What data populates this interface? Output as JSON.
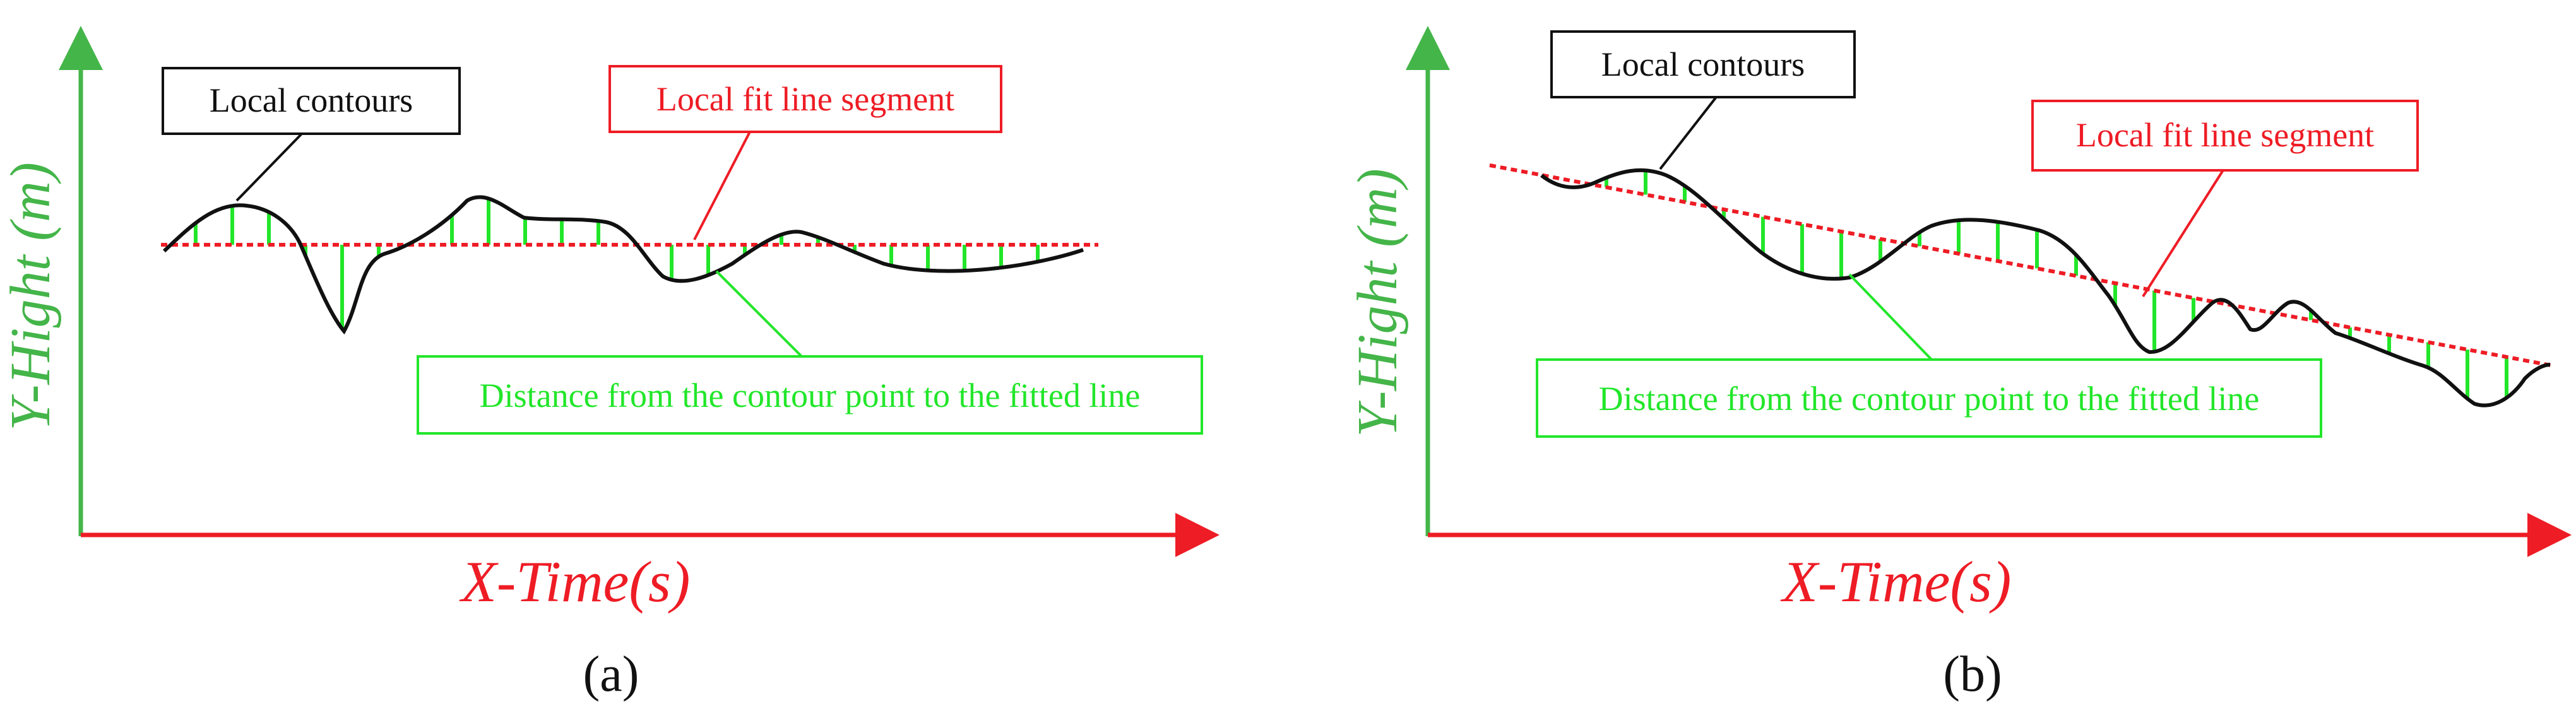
{
  "colors": {
    "axis_x": "#ee1c25",
    "axis_y": "#44b549",
    "contour": "#111111",
    "fit_line": "#ee1c25",
    "distance": "#22e62a",
    "label_box_black": "#111111",
    "label_box_red": "#ee1c25",
    "label_box_green": "#22e62a"
  },
  "panels": [
    {
      "caption": "(a)",
      "x_axis_label": "X-Time(s)",
      "y_axis_label": "Y-Hight (m)",
      "labels": {
        "contours": "Local contours",
        "fit_line": "Local fit line segment",
        "distance": "Distance from the contour point to the fitted line"
      }
    },
    {
      "caption": "(b)",
      "x_axis_label": "X-Time(s)",
      "y_axis_label": "Y-Hight (m)",
      "labels": {
        "contours": "Local contours",
        "fit_line": "Local fit line segment",
        "distance": "Distance from the contour point to the fitted line"
      }
    }
  ]
}
